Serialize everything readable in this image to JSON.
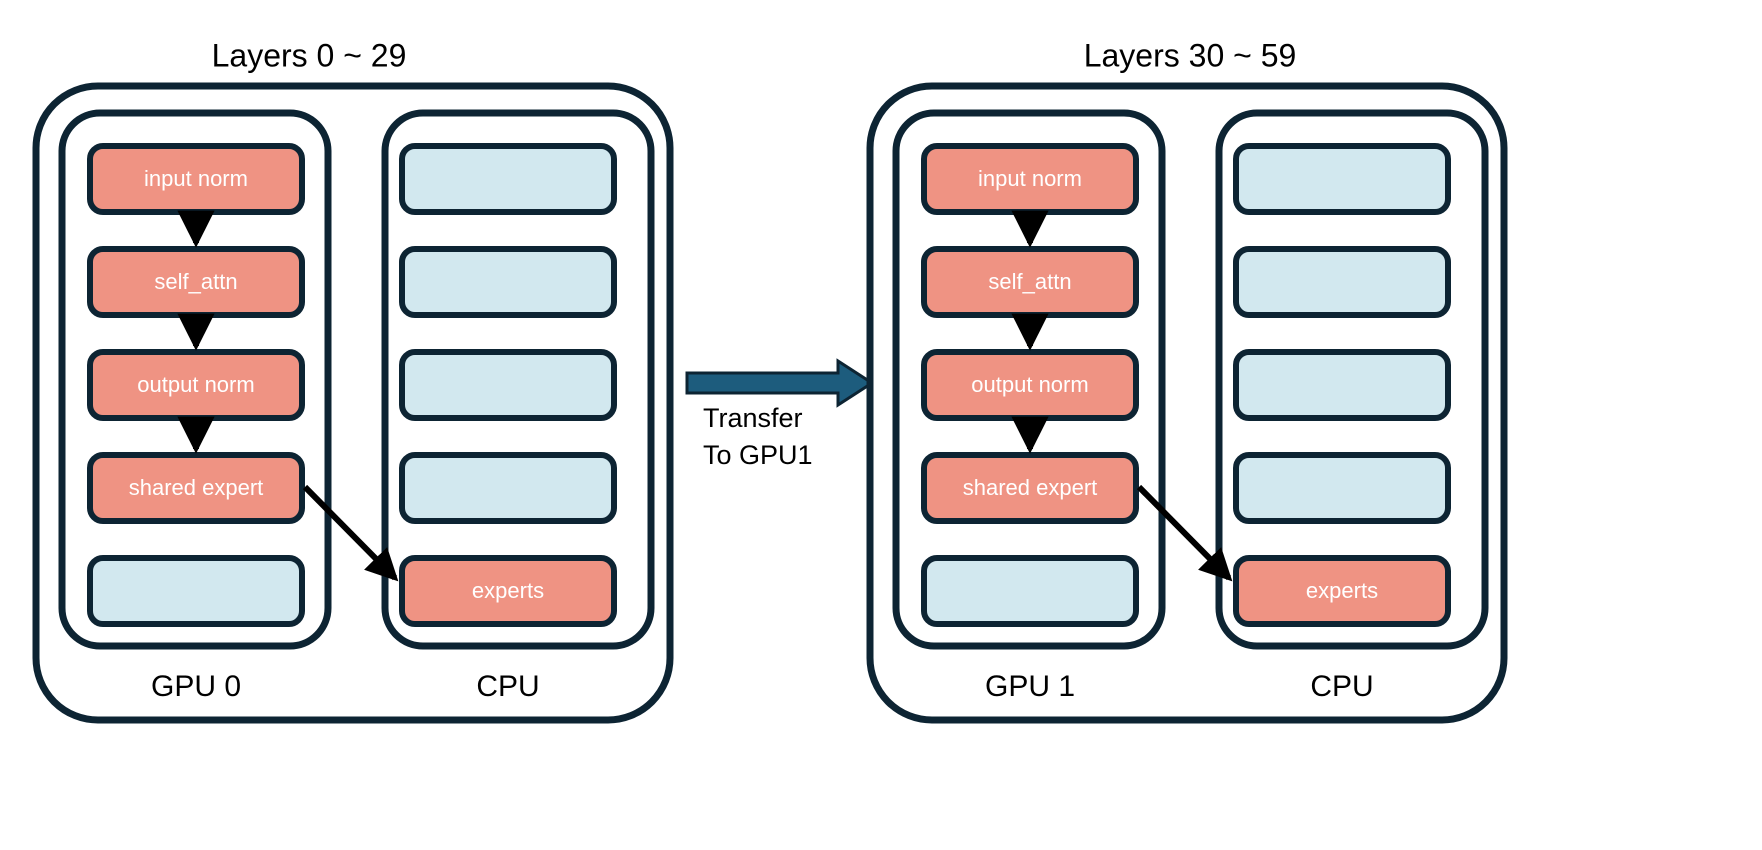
{
  "figure": {
    "background": "#ffffff",
    "stroke_color": "#0d2433",
    "arrow_black": "#000000",
    "transfer_arrow_color": "#1d5c7d"
  },
  "colors": {
    "active_block": "#ef9383",
    "inactive_block": "#d2e8ef",
    "outline": "#0d2433",
    "block_text": "#ffffff",
    "label_text": "#000000"
  },
  "panels": [
    {
      "title": "Layers 0 ~ 29",
      "device_left_label": "GPU 0",
      "device_right_label": "CPU",
      "gpu_blocks": [
        {
          "label": "input norm",
          "state": "active"
        },
        {
          "label": "self_attn",
          "state": "active"
        },
        {
          "label": "output norm",
          "state": "active"
        },
        {
          "label": "shared expert",
          "state": "active"
        },
        {
          "label": "",
          "state": "inactive"
        }
      ],
      "cpu_blocks": [
        {
          "label": "",
          "state": "inactive"
        },
        {
          "label": "",
          "state": "inactive"
        },
        {
          "label": "",
          "state": "inactive"
        },
        {
          "label": "",
          "state": "inactive"
        },
        {
          "label": "experts",
          "state": "active"
        }
      ]
    },
    {
      "title": "Layers 30 ~ 59",
      "device_left_label": "GPU 1",
      "device_right_label": "CPU",
      "gpu_blocks": [
        {
          "label": "input norm",
          "state": "active"
        },
        {
          "label": "self_attn",
          "state": "active"
        },
        {
          "label": "output norm",
          "state": "active"
        },
        {
          "label": "shared expert",
          "state": "active"
        },
        {
          "label": "",
          "state": "inactive"
        }
      ],
      "cpu_blocks": [
        {
          "label": "",
          "state": "inactive"
        },
        {
          "label": "",
          "state": "inactive"
        },
        {
          "label": "",
          "state": "inactive"
        },
        {
          "label": "",
          "state": "inactive"
        },
        {
          "label": "experts",
          "state": "active"
        }
      ]
    }
  ],
  "transfer": {
    "line1": "Transfer",
    "line2": "To GPU1"
  }
}
